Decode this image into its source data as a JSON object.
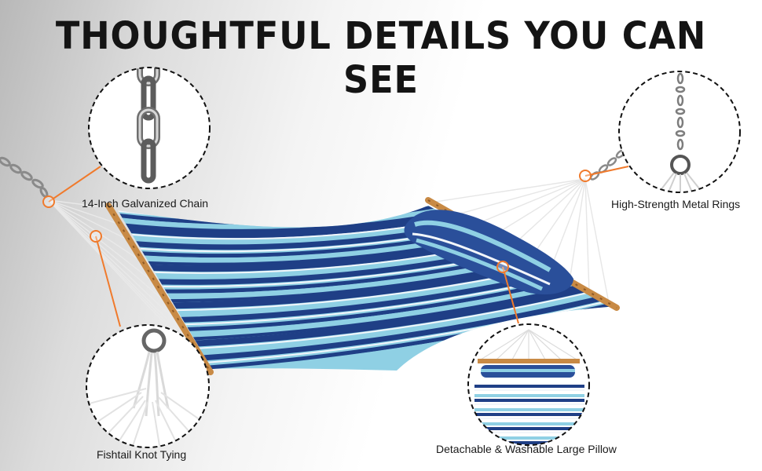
{
  "headline": "THOUGHTFUL DETAILS YOU CAN SEE",
  "callouts": {
    "chain": "14-Inch Galvanized Chain",
    "rings": "High-Strength Metal Rings",
    "knot": "Fishtail Knot Tying",
    "pillow": "Detachable & Washable Large Pillow"
  },
  "colors": {
    "navy": "#1f3f86",
    "sky": "#8fd0e4",
    "white_stripe": "#f2f6fa",
    "wood": "#c88a45",
    "leader": "#f07a2c"
  }
}
